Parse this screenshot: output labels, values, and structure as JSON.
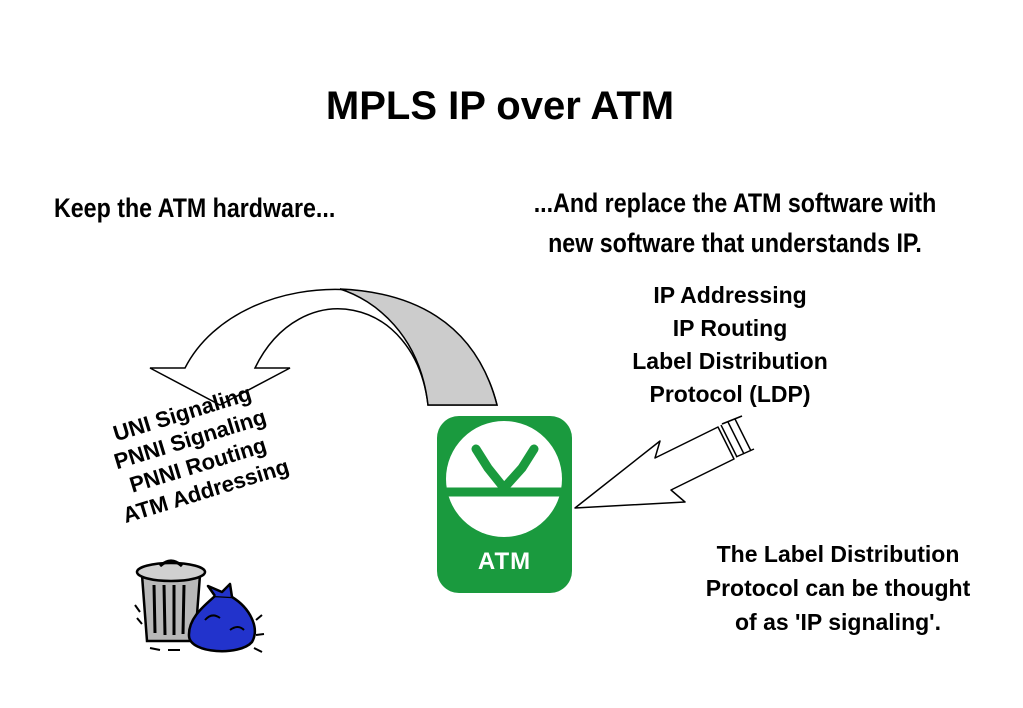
{
  "title": "MPLS IP over ATM",
  "left_caption": "Keep the ATM hardware...",
  "right_caption": {
    "line1": "...And replace the ATM software with",
    "line2": "new software that understands IP."
  },
  "new_features": [
    "IP Addressing",
    "IP Routing",
    "Label Distribution",
    "Protocol (LDP)"
  ],
  "discarded_features": [
    "UNI Signaling",
    "PNNI Signaling",
    "PNNI Routing",
    "ATM Addressing"
  ],
  "switch": {
    "label": "ATM",
    "color": "#1a9a3e"
  },
  "ldp_note": [
    "The Label Distribution",
    "Protocol can be thought",
    "of as 'IP signaling'."
  ],
  "icons": {
    "switch_symbol": "atm-switch-icon",
    "trash": "trash-can-icon",
    "bag": "garbage-bag-icon"
  },
  "colors": {
    "bag": "#2233cc",
    "arrow_shade": "#cccccc"
  }
}
